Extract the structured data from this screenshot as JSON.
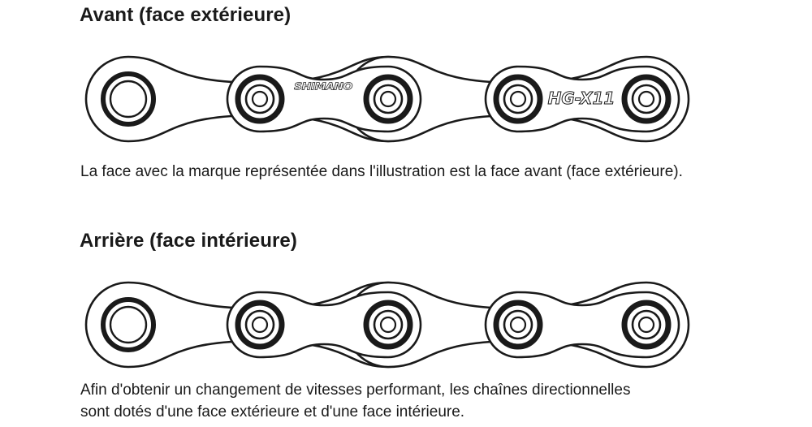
{
  "front": {
    "heading": "Avant (face extérieure)",
    "caption": "La face avec la marque représentée dans l'illustration est la face avant (face extérieure).",
    "brand_mark": "SHIMANO",
    "model_mark": "HG-X11"
  },
  "back": {
    "heading": "Arrière (face intérieure)",
    "caption_lines": [
      "Afin d'obtenir un changement de vitesses performant, les chaînes directionnelles",
      "sont dotés d'une face extérieure et d'une face intérieure."
    ]
  },
  "colors": {
    "ink": "#1a1a1a",
    "background": "#ffffff"
  },
  "icons": {
    "chain": "bicycle-chain-illustration",
    "roller": "chain-roller-icon",
    "pin": "chain-pin-icon"
  }
}
